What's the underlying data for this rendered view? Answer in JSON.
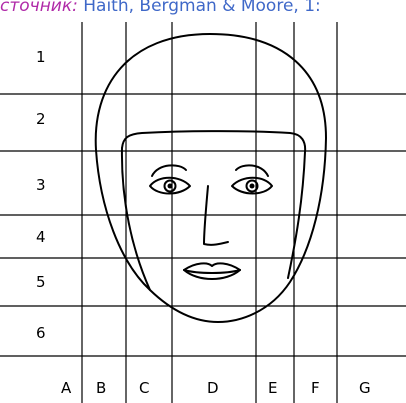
{
  "caption": {
    "lead": "сточник:",
    "citation": " Haith, Bergman & Moore, 1:",
    "lead_color": "#b02aa8",
    "citation_color": "#3f68c8"
  },
  "rows": [
    "1",
    "2",
    "3",
    "4",
    "5",
    "6"
  ],
  "columns": [
    "A",
    "B",
    "C",
    "D",
    "E",
    "F",
    "G"
  ],
  "icons": {
    "face": "face-outline-icon",
    "left_eye": "eye-icon",
    "right_eye": "eye-icon",
    "nose": "nose-icon",
    "mouth": "mouth-icon"
  }
}
